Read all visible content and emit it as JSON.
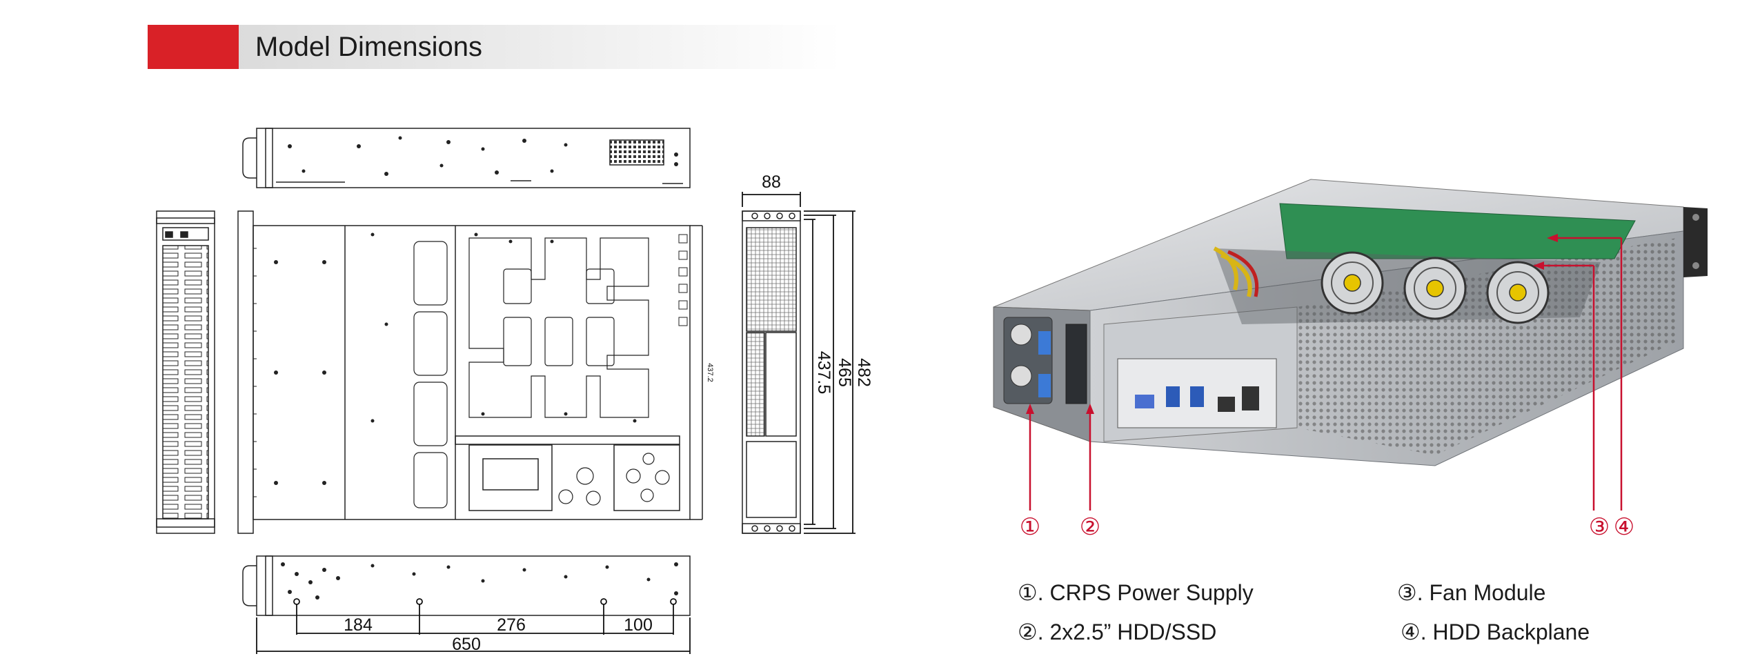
{
  "header": {
    "title": "Model Dimensions",
    "accent_color": "#d92127"
  },
  "dimensions": {
    "height": "88",
    "depth_1": "437.5",
    "depth_2": "465",
    "width": "482",
    "inner_depth": "437.2",
    "seg_1": "184",
    "seg_2": "276",
    "seg_3": "100",
    "total_length": "650"
  },
  "callouts": [
    {
      "marker": "①"
    },
    {
      "marker": "②"
    },
    {
      "marker": "③"
    },
    {
      "marker": "④"
    }
  ],
  "legend": [
    {
      "text": "①. CRPS Power Supply"
    },
    {
      "text": "②. 2x2.5” HDD/SSD"
    },
    {
      "text": "③. Fan Module"
    },
    {
      "text": "④. HDD Backplane"
    }
  ],
  "callout_color": "#c8102e"
}
